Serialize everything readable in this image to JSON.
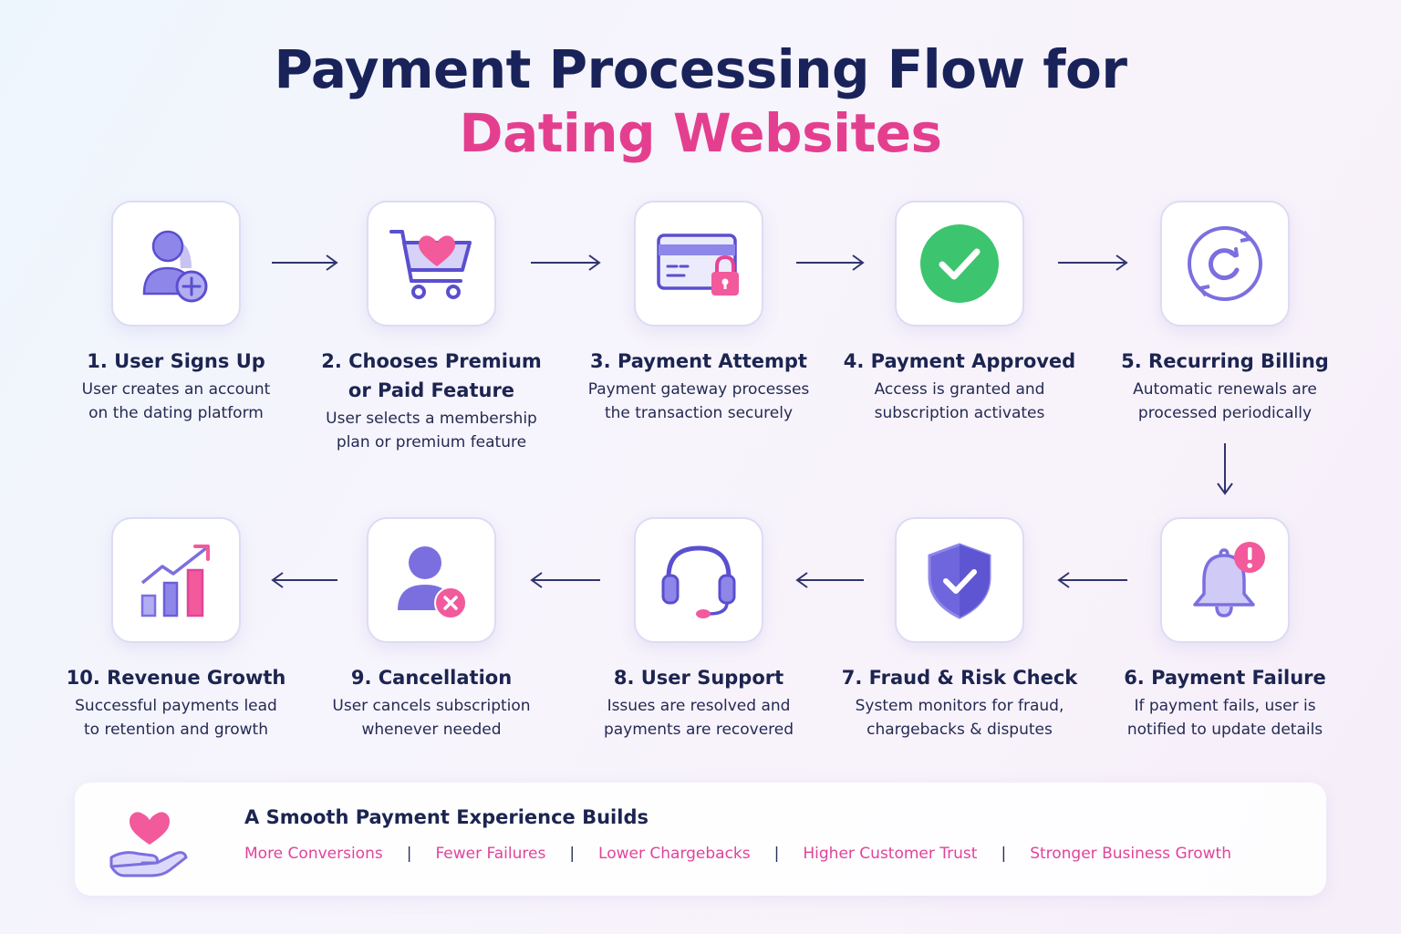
{
  "title": {
    "line1": "Payment Processing Flow for",
    "line2": "Dating Websites"
  },
  "steps": [
    {
      "title": "1. User Signs Up",
      "desc": "User creates an account\non the dating platform",
      "icon": "user-add-icon"
    },
    {
      "title": "2. Chooses Premium\nor Paid Feature",
      "desc": "User selects a membership\nplan or premium feature",
      "icon": "cart-heart-icon"
    },
    {
      "title": "3. Payment Attempt",
      "desc": "Payment gateway processes\nthe transaction securely",
      "icon": "card-lock-icon"
    },
    {
      "title": "4. Payment Approved",
      "desc": "Access is granted and\nsubscription activates",
      "icon": "check-circle-icon"
    },
    {
      "title": "5. Recurring Billing",
      "desc": "Automatic renewals are\nprocessed periodically",
      "icon": "refresh-icon"
    },
    {
      "title": "6. Payment Failure",
      "desc": "If payment fails, user is\nnotified to update details",
      "icon": "bell-alert-icon"
    },
    {
      "title": "7. Fraud & Risk Check",
      "desc": "System monitors for fraud,\nchargebacks & disputes",
      "icon": "shield-check-icon"
    },
    {
      "title": "8. User Support",
      "desc": "Issues are resolved and\npayments are recovered",
      "icon": "headset-icon"
    },
    {
      "title": "9. Cancellation",
      "desc": "User cancels subscription\nwhenever needed",
      "icon": "user-cancel-icon"
    },
    {
      "title": "10. Revenue Growth",
      "desc": "Successful payments lead\nto retention and growth",
      "icon": "growth-chart-icon"
    }
  ],
  "footer": {
    "title": "A Smooth Payment Experience Builds",
    "icon": "hand-heart-icon",
    "benefits": [
      "More Conversions",
      "Fewer Failures",
      "Lower Chargebacks",
      "Higher Customer Trust",
      "Stronger Business Growth"
    ]
  },
  "colors": {
    "title": "#19235a",
    "accent": "#e43f8f",
    "purple": "#7b6fe0",
    "green": "#3dc46f",
    "arrow": "#2f3470"
  }
}
